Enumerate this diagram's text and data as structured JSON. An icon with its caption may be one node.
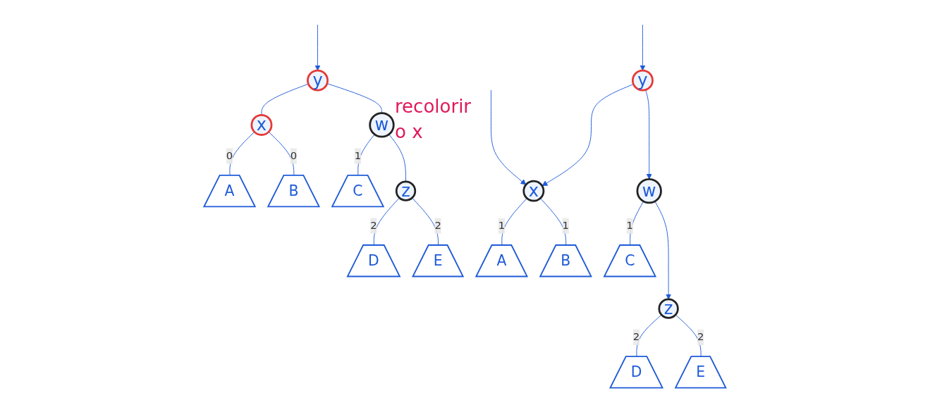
{
  "diagram": {
    "nodes": [
      {
        "text": [
          "y"
        ]
      },
      {
        "text": [
          "x"
        ]
      },
      {
        "text": [
          "w"
        ]
      },
      {
        "text": [
          "A"
        ]
      },
      {
        "text": [
          "B"
        ]
      },
      {
        "text": [
          "C"
        ]
      },
      {
        "text": [
          "z"
        ]
      },
      {
        "text": [
          "D"
        ]
      },
      {
        "text": [
          "E"
        ]
      },
      {
        "text": [
          "y"
        ]
      },
      {
        "text": [
          "x"
        ]
      },
      {
        "text": [
          "w"
        ]
      },
      {
        "text": [
          "A"
        ]
      },
      {
        "text": [
          "B"
        ]
      },
      {
        "text": [
          "C"
        ]
      },
      {
        "text": [
          "z"
        ]
      },
      {
        "text": [
          "D"
        ]
      },
      {
        "text": [
          "E"
        ]
      }
    ],
    "edges": [
      {
        "from": null,
        "to": 0,
        "arrow": "to"
      },
      {
        "from": 0,
        "to": 1,
        "arrow": "none"
      },
      {
        "from": 0,
        "to": 2,
        "arrow": "none"
      },
      {
        "from": 1,
        "to": 3,
        "arrow": "none",
        "label": "0"
      },
      {
        "from": 1,
        "to": 4,
        "arrow": "none",
        "label": "0"
      },
      {
        "from": 2,
        "to": 5,
        "arrow": "none",
        "label": "1"
      },
      {
        "from": 2,
        "to": 6,
        "arrow": "none"
      },
      {
        "from": 6,
        "to": 7,
        "arrow": "none",
        "label": "2"
      },
      {
        "from": 6,
        "to": 8,
        "arrow": "none",
        "label": "2"
      },
      {
        "from": null,
        "to": 9,
        "arrow": "to"
      },
      {
        "from": null,
        "to": 10,
        "arrow": "to"
      },
      {
        "from": 9,
        "to": 10,
        "arrow": "to"
      },
      {
        "from": 9,
        "to": 11,
        "arrow": "to"
      },
      {
        "from": 10,
        "to": 12,
        "arrow": "none",
        "label": "1"
      },
      {
        "from": 10,
        "to": 13,
        "arrow": "none",
        "label": "1"
      },
      {
        "from": 11,
        "to": 14,
        "arrow": "none",
        "label": "1"
      },
      {
        "from": 11,
        "to": 15,
        "arrow": "to"
      },
      {
        "from": 15,
        "to": 16,
        "arrow": "none",
        "label": "2"
      },
      {
        "from": 15,
        "to": 17,
        "arrow": "none",
        "label": "2"
      }
    ],
    "labels": [
      "recolorir",
      "o x"
    ]
  }
}
